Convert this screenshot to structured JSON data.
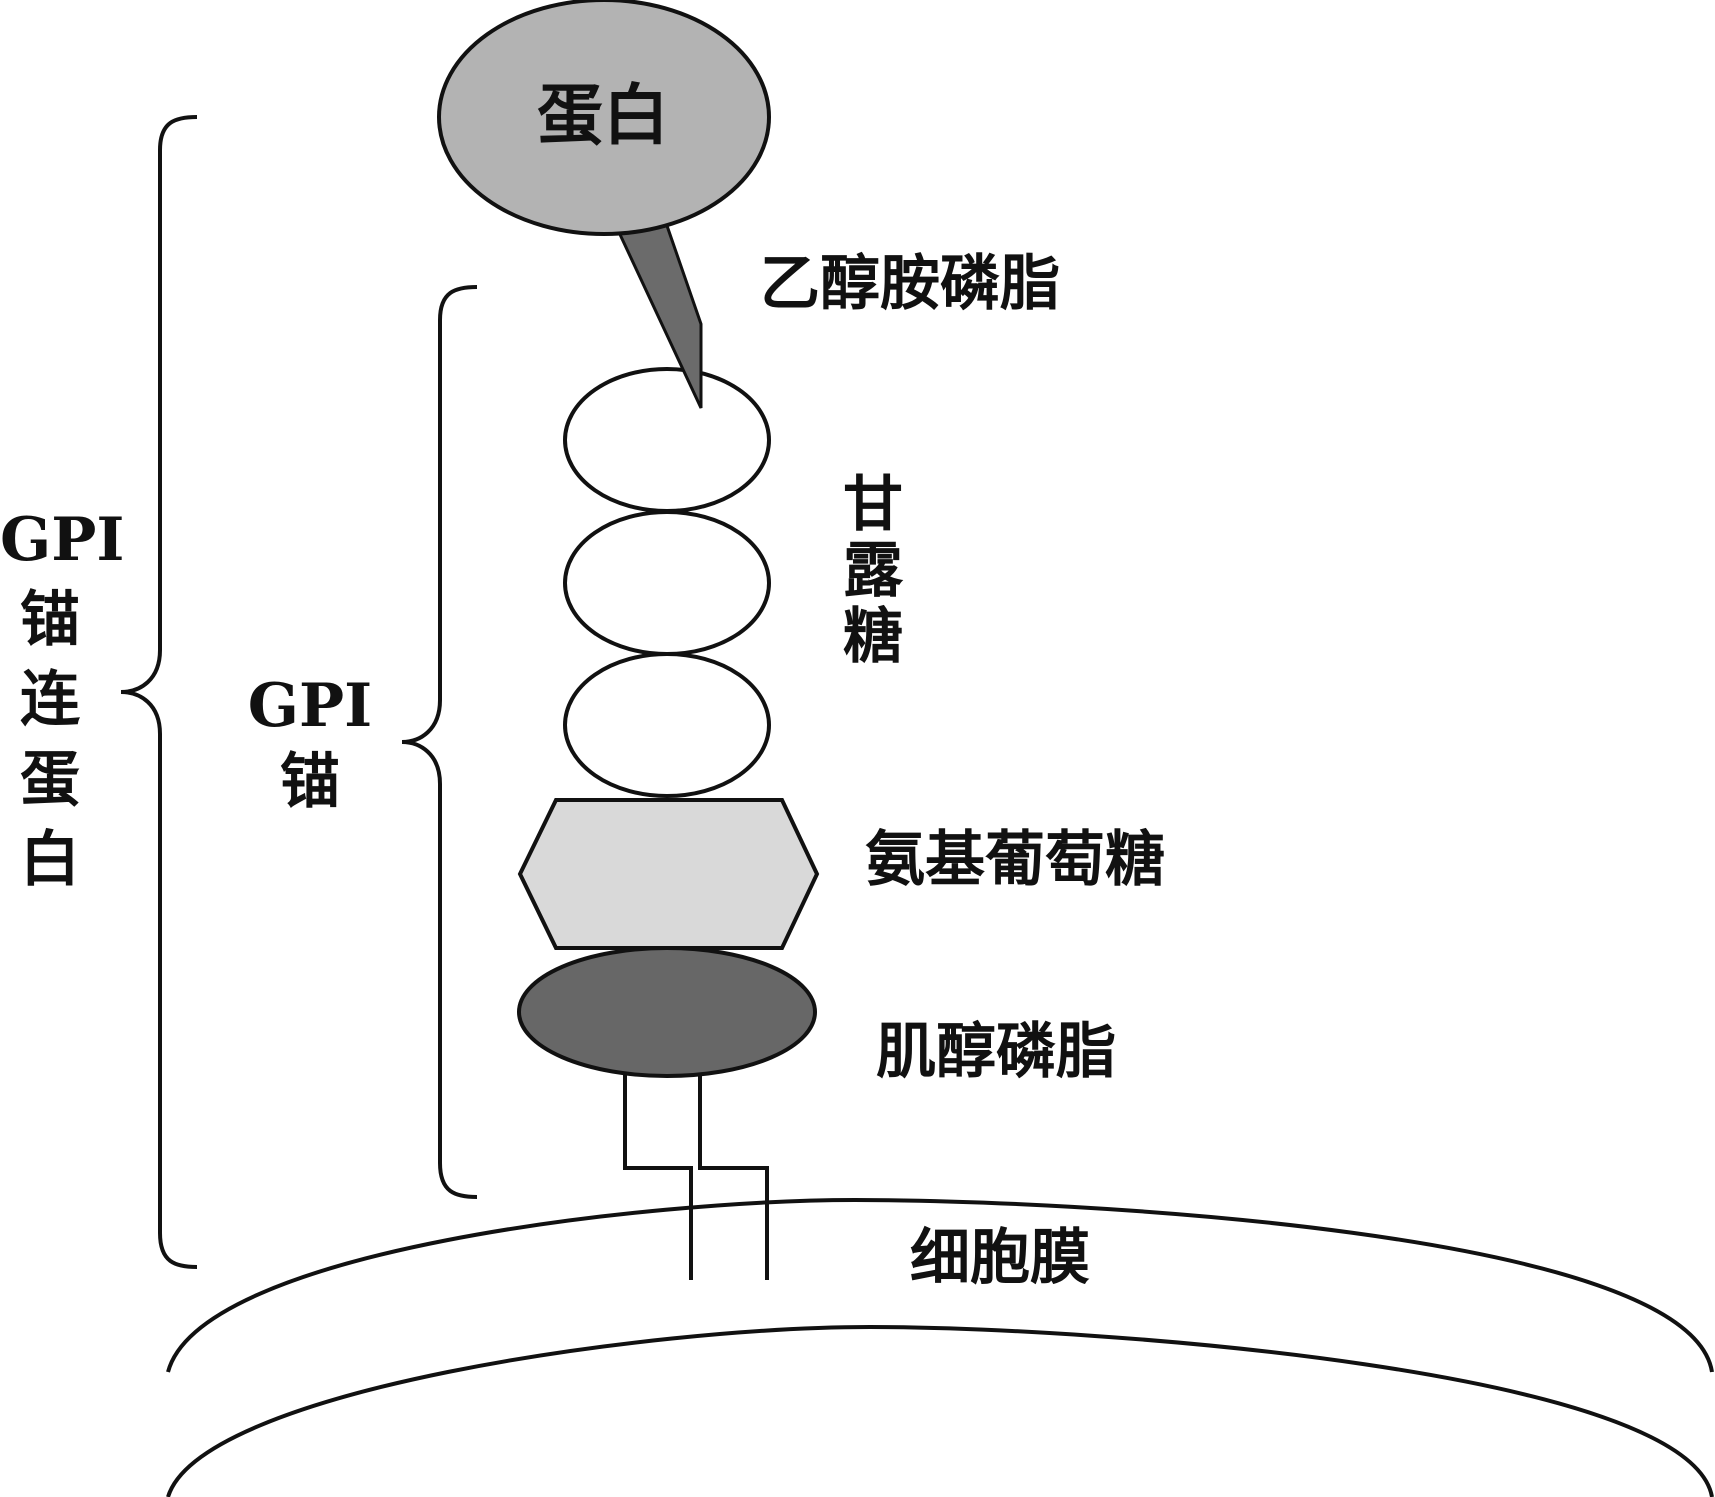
{
  "labels": {
    "protein": "蛋白",
    "ethanolamine_phosphate": "乙醇胺磷脂",
    "mannose": [
      "甘",
      "露",
      "糖"
    ],
    "glucosamine": "氨基葡萄糖",
    "phosphatidylinositol": "肌醇磷脂",
    "cell_membrane": "细胞膜",
    "gpi_anchor": [
      "GPI",
      "锚"
    ],
    "gpi_anchored_protein": [
      "GPI",
      "锚",
      "连",
      "蛋",
      "白"
    ]
  },
  "colors": {
    "protein_fill": "#b3b3b3",
    "linker_fill": "#6b6b6b",
    "mannose_fill": "#ffffff",
    "glucosamine_fill": "#d9d9d9",
    "inositol_fill": "#676767",
    "stroke": "#111111"
  }
}
